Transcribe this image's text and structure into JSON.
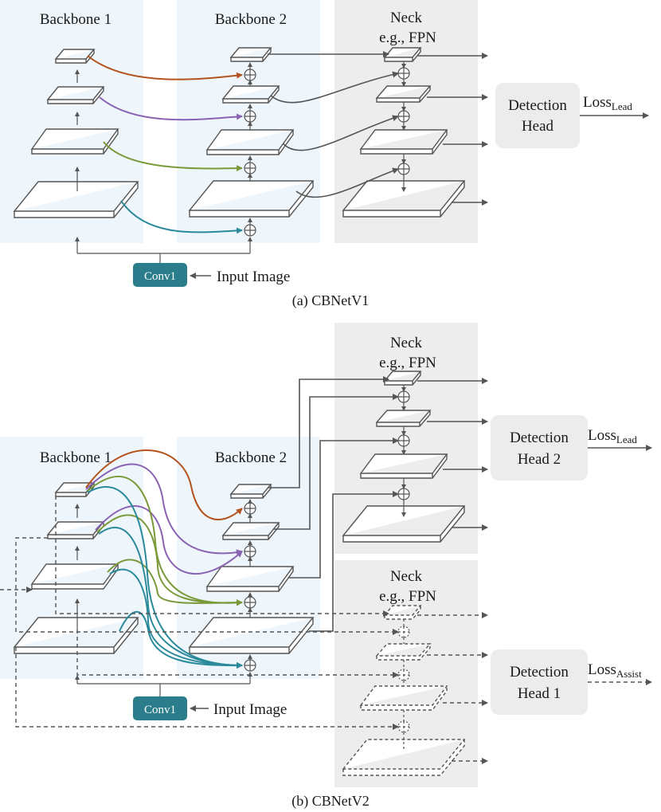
{
  "panel_a": {
    "caption": "(a) CBNetV1",
    "backbone1": "Backbone 1",
    "backbone2": "Backbone 2",
    "neck_line1": "Neck",
    "neck_line2": "e.g., FPN",
    "head_line1": "Detection",
    "head_line2": "Head",
    "loss_main": "Loss",
    "loss_sub": "Lead",
    "conv": "Conv1",
    "input": "Input Image"
  },
  "panel_b": {
    "caption": "(b) CBNetV2",
    "backbone1": "Backbone 1",
    "backbone2": "Backbone 2",
    "neck_top_line1": "Neck",
    "neck_top_line2": "e.g., FPN",
    "neck_bottom_line1": "Neck",
    "neck_bottom_line2": "e.g., FPN",
    "head2_line1": "Detection",
    "head2_line2": "Head 2",
    "head1_line1": "Detection",
    "head1_line2": "Head 1",
    "loss_lead_main": "Loss",
    "loss_lead_sub": "Lead",
    "loss_assist_main": "Loss",
    "loss_assist_sub": "Assist",
    "conv": "Conv1",
    "input": "Input Image"
  },
  "colors": {
    "backbone_bg": "#eef6fb",
    "neck_bg": "#ededed",
    "head_bg": "#ececec",
    "conv_bg": "#2b7d8c",
    "stage4": "#b3541e",
    "stage3": "#8a63b3",
    "stage2": "#7a9a3a",
    "stage1": "#2a8a9c",
    "line": "#555555"
  }
}
